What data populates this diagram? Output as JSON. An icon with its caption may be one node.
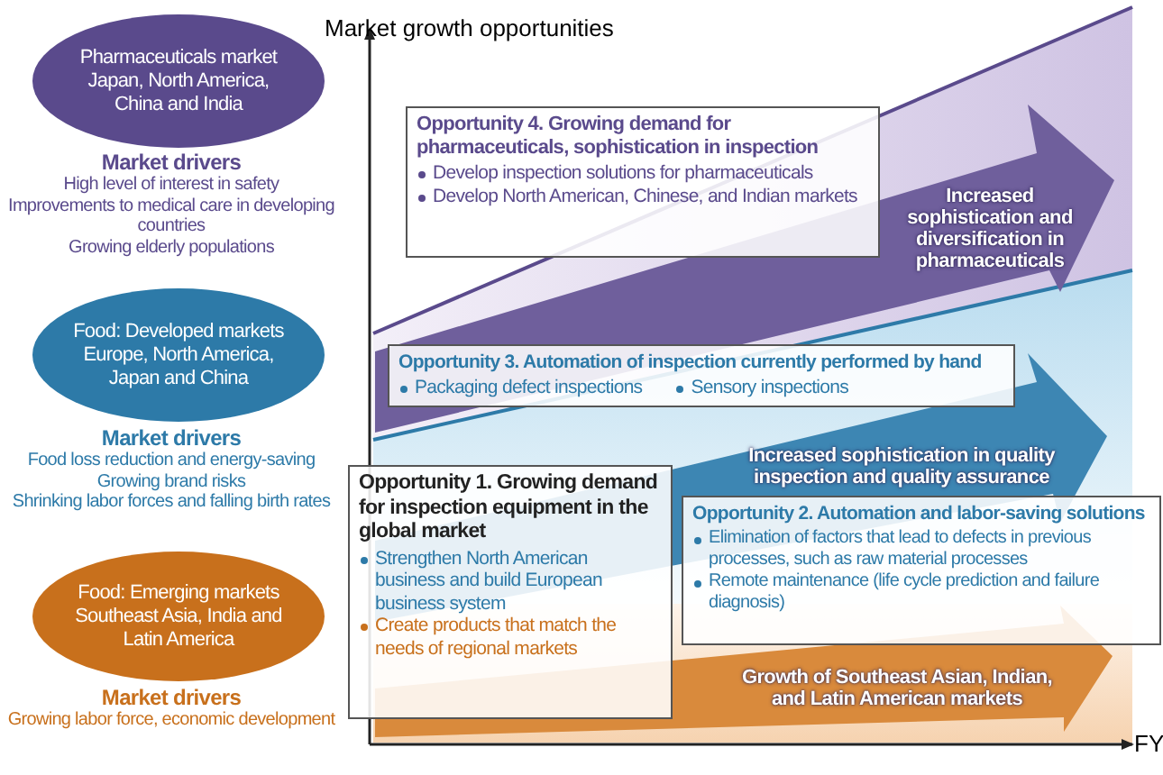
{
  "diagram": {
    "nodes": [
      {
        "text": [
          "Pharmaceuticals market",
          "Japan, North America, China and India"
        ],
        "beside": [
          "Market drivers",
          "High level of interest in safety",
          "Improvements to medical care in developing countries",
          "Growing elderly populations"
        ]
      },
      {
        "text": [
          "Food: Developed markets",
          "Europe, North America, Japan and China"
        ],
        "beside": [
          "Market drivers",
          "Food loss reduction and energy-saving",
          "Growing brand risks",
          "Shrinking labor forces and falling birth rates"
        ]
      },
      {
        "text": [
          "Food: Emerging markets",
          "Southeast Asia, India and Latin America"
        ],
        "beside": [
          "Market drivers",
          "Growing labor force, economic development"
        ]
      },
      {
        "text": [
          "Opportunity 4. Growing demand for pharmaceuticals, sophistication in inspection",
          "Develop inspection solutions for pharmaceuticals",
          "Develop North American, Chinese, and Indian markets"
        ]
      },
      {
        "text": [
          "Increased sophistication and diversification in pharmaceuticals"
        ]
      },
      {
        "text": [
          "Opportunity 3. Automation of inspection currently performed by hand",
          "Packaging defect inspections",
          "Sensory inspections"
        ]
      },
      {
        "text": [
          "Increased sophistication in quality inspection and quality assurance"
        ]
      },
      {
        "text": [
          "Opportunity 1. Growing demand for inspection equipment in the global market",
          "Strengthen North American business and build European business system",
          "Create products that match the needs of regional markets"
        ]
      },
      {
        "text": [
          "Opportunity 2. Automation and labor-saving solutions",
          "Elimination of factors that lead to defects in previous processes, such as raw material processes",
          "Remote maintenance (life cycle prediction and failure diagnosis)"
        ]
      },
      {
        "text": [
          "Growth of Southeast Asian, Indian, and Latin American markets"
        ]
      }
    ],
    "edges": [],
    "labels": [
      "Market growth opportunities",
      "FY"
    ]
  }
}
